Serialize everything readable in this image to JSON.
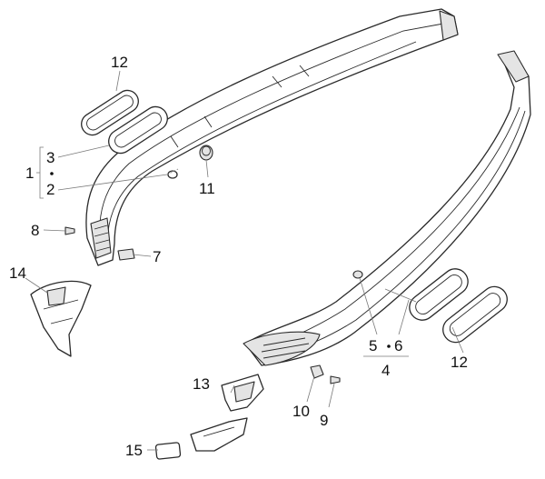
{
  "callouts": [
    {
      "id": "c12a",
      "text": "12"
    },
    {
      "id": "c3",
      "text": "3"
    },
    {
      "id": "c1",
      "text": "1"
    },
    {
      "id": "c2",
      "text": "2"
    },
    {
      "id": "c11",
      "text": "11"
    },
    {
      "id": "c8",
      "text": "8"
    },
    {
      "id": "c7",
      "text": "7"
    },
    {
      "id": "c14",
      "text": "14"
    },
    {
      "id": "c5",
      "text": "5"
    },
    {
      "id": "c6",
      "text": "6"
    },
    {
      "id": "c4",
      "text": "4"
    },
    {
      "id": "c12b",
      "text": "12"
    },
    {
      "id": "c13",
      "text": "13"
    },
    {
      "id": "c10",
      "text": "10"
    },
    {
      "id": "c9",
      "text": "9"
    },
    {
      "id": "c15",
      "text": "15"
    }
  ],
  "colors": {
    "line": "#2a2a2a",
    "fill": "#ffffff",
    "shade": "#e4e4e4",
    "leader": "#7a7a7a"
  }
}
